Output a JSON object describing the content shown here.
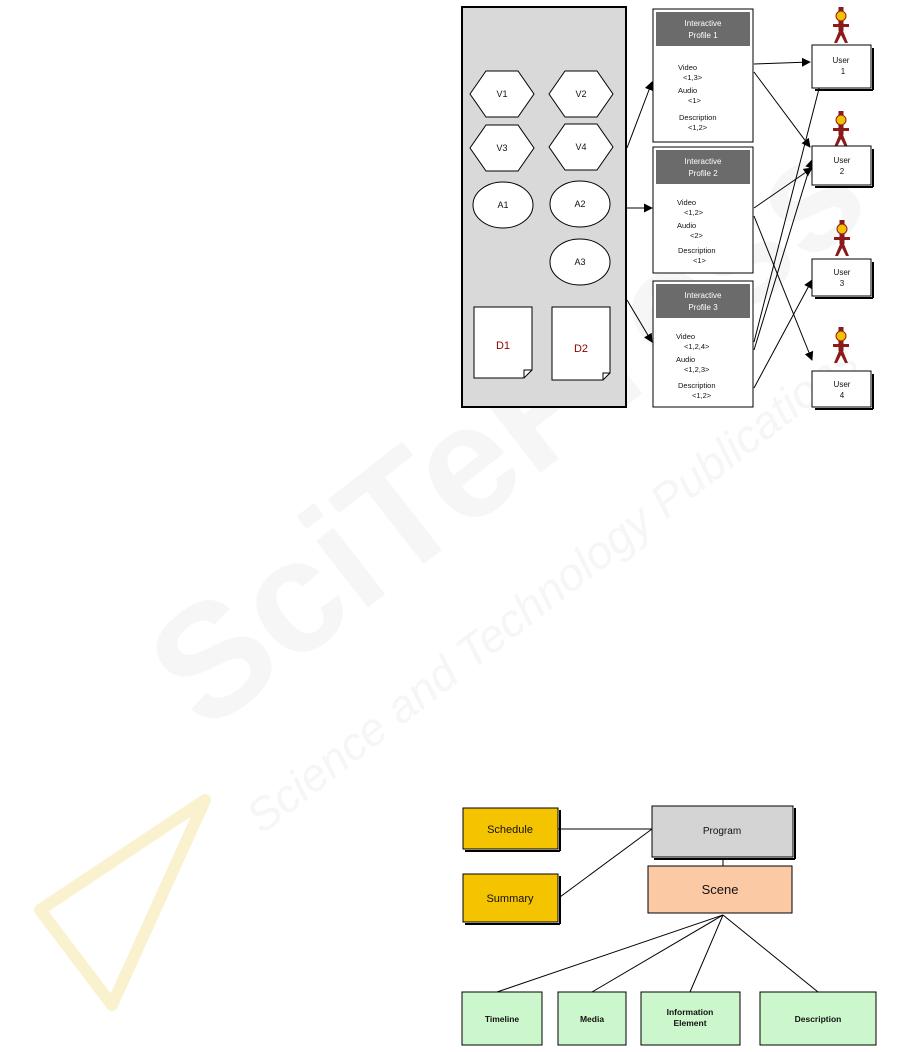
{
  "diagram1": {
    "video_items": [
      "V1",
      "V2",
      "V3",
      "V4"
    ],
    "audio_items": [
      "A1",
      "A2",
      "A3"
    ],
    "documents": [
      "D1",
      "D2"
    ],
    "profiles": [
      {
        "header_line1": "Interactive",
        "header_line2": "Profile 1",
        "video_label": "Video",
        "video_value": "<1,3>",
        "audio_label": "Audio",
        "audio_value": "<1>",
        "description_label": "Description",
        "description_value": "<1,2>"
      },
      {
        "header_line1": "Interactive",
        "header_line2": "Profile 2",
        "video_label": "Video",
        "video_value": "<1,2>",
        "audio_label": "Audio",
        "audio_value": "<2>",
        "description_label": "Description",
        "description_value": "<1>"
      },
      {
        "header_line1": "Interactive",
        "header_line2": "Profile 3",
        "video_label": "Video",
        "video_value": "<1,2,4>",
        "audio_label": "Audio",
        "audio_value": "<1,2,3>",
        "description_label": "Description",
        "description_value": "<1,2>"
      }
    ],
    "users": [
      {
        "label": "User",
        "number": "1"
      },
      {
        "label": "User",
        "number": "2"
      },
      {
        "label": "User",
        "number": "3"
      },
      {
        "label": "User",
        "number": "4"
      }
    ]
  },
  "diagram2": {
    "schedule": "Schedule",
    "summary": "Summary",
    "program": "Program",
    "scene": "Scene",
    "timeline": "Timeline",
    "media": "Media",
    "information_element_line1": "Information",
    "information_element_line2": "Element",
    "description": "Description"
  },
  "watermark": {
    "logo_text": "SciTePress",
    "tagline": "Science and Technology Publications"
  },
  "colors": {
    "panel_gray": "#d9d9d9",
    "profile_header": "#6b6b6b",
    "user_figure": "#8b1a1a",
    "user_head": "#f2c200",
    "doc_label": "#8b0000",
    "orange_box": "#f5c400",
    "program_box": "#d4d4d4",
    "scene_box": "#fbc9a4",
    "green_box": "#ccf7cc"
  }
}
